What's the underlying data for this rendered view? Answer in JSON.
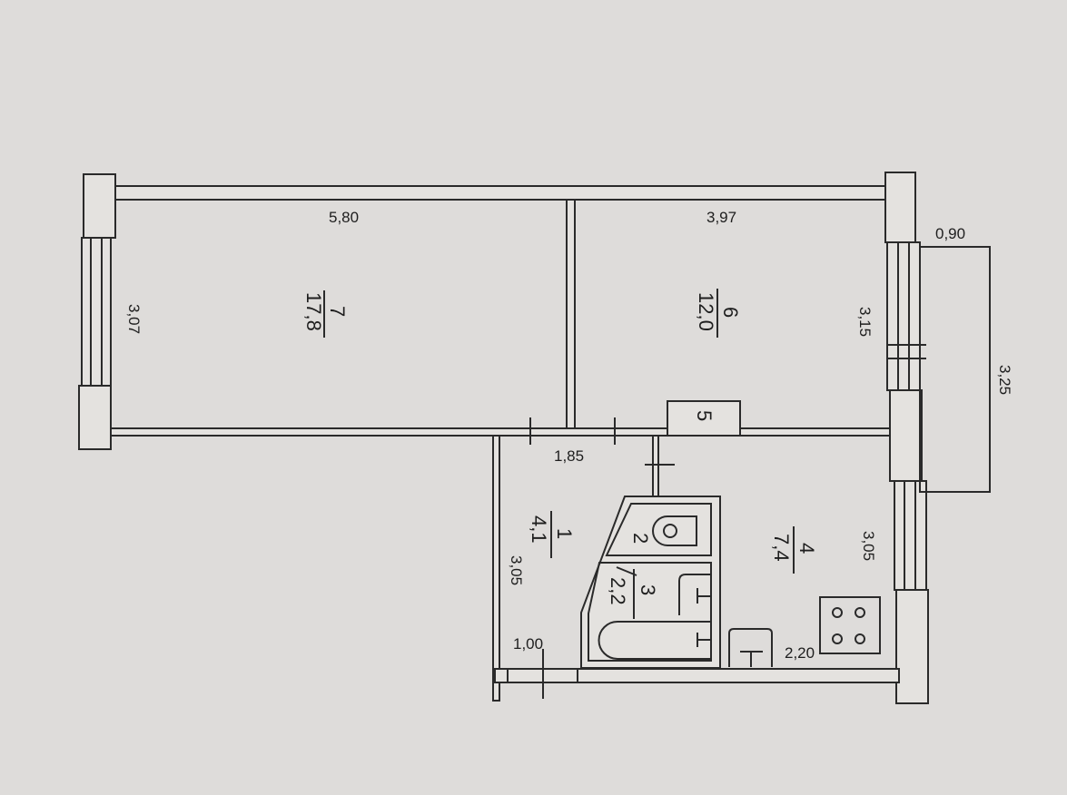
{
  "rooms": [
    {
      "number": "7",
      "area": "17,8"
    },
    {
      "number": "6",
      "area": "12,0"
    },
    {
      "number": "5",
      "area": ""
    },
    {
      "number": "1",
      "area": "4,1"
    },
    {
      "number": "2",
      "area": ""
    },
    {
      "number": "3",
      "area": "2,2"
    },
    {
      "number": "4",
      "area": "7,4"
    }
  ],
  "dimensions": {
    "room7_length": "5,80",
    "room7_width": "3,07",
    "room6_length": "3,97",
    "room6_width": "3,15",
    "balcony_depth": "0,90",
    "balcony_length": "3,25",
    "hall_length": "1,85",
    "hall_width": "3,05",
    "hall_end": "1,00",
    "kitchen_width": "3,05",
    "kitchen_length": "2,20"
  },
  "colors": {
    "paper": "#dedcda",
    "ink": "#2a2a2a"
  }
}
